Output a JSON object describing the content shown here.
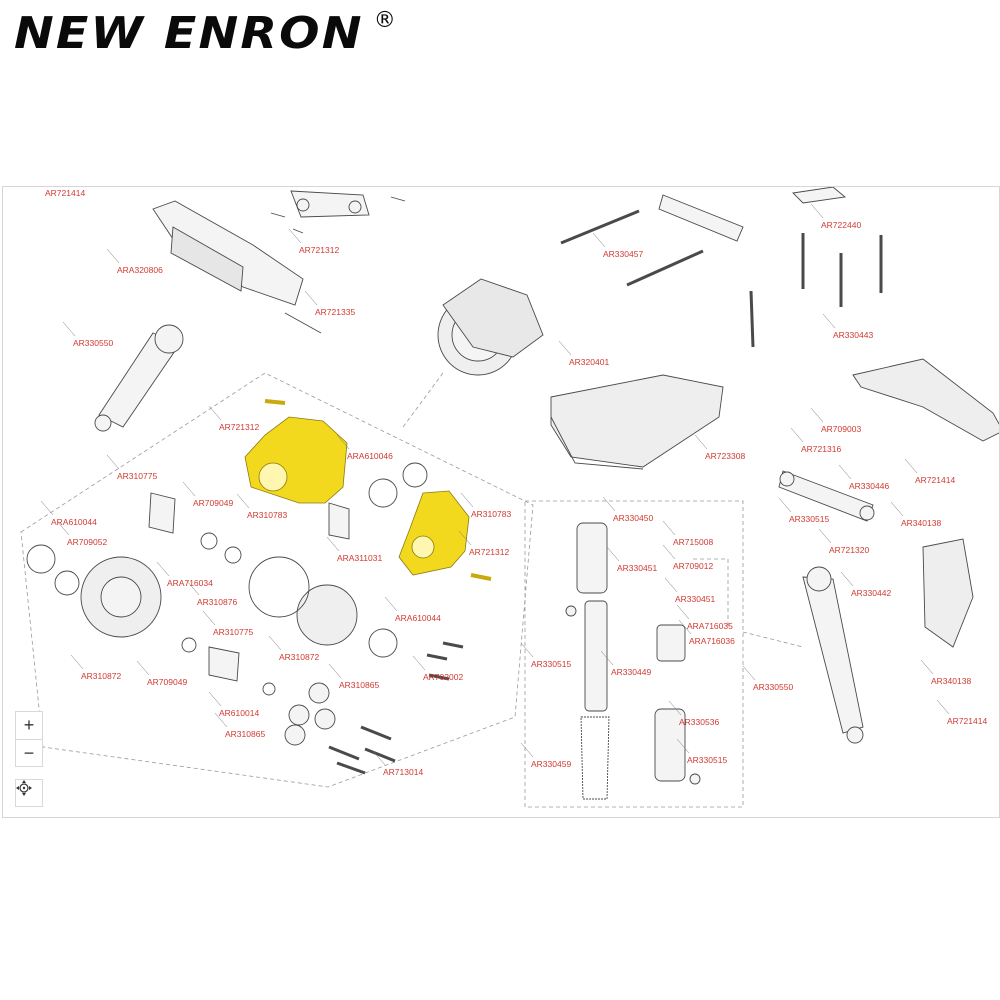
{
  "brand": {
    "name": "NEW ENRON",
    "registered": "®"
  },
  "controls": {
    "zoom_in": "+",
    "zoom_out": "−",
    "recenter_icon": "crosshair-icon"
  },
  "colors": {
    "label": "#d13a32",
    "highlight": "#f3d91e",
    "line": "#555555"
  },
  "parts": [
    "AR721414",
    "AR721312",
    "ARA320806",
    "AR721335",
    "AR330550",
    "AR330457",
    "AR722440",
    "AR320401",
    "AR330443",
    "AR709003",
    "AR721316",
    "AR721414",
    "AR723308",
    "AR330446",
    "AR330515",
    "AR340138",
    "AR721320",
    "AR330442",
    "AR330550",
    "AR340138",
    "AR721414",
    "AR721312",
    "ARA610046",
    "AR310775",
    "AR709049",
    "AR310783",
    "AR310783",
    "ARA610044",
    "AR709052",
    "ARA311031",
    "AR721312",
    "ARA716034",
    "AR310876",
    "AR310775",
    "AR310872",
    "ARA610044",
    "AR310872",
    "AR709049",
    "AR610014",
    "AR310865",
    "AR702002",
    "AR310865",
    "AR713014",
    "AR330450",
    "AR715008",
    "AR330451",
    "AR709012",
    "AR330451",
    "ARA716035",
    "ARA716036",
    "AR330515",
    "AR330449",
    "AR330536",
    "AR330459",
    "AR330515"
  ]
}
